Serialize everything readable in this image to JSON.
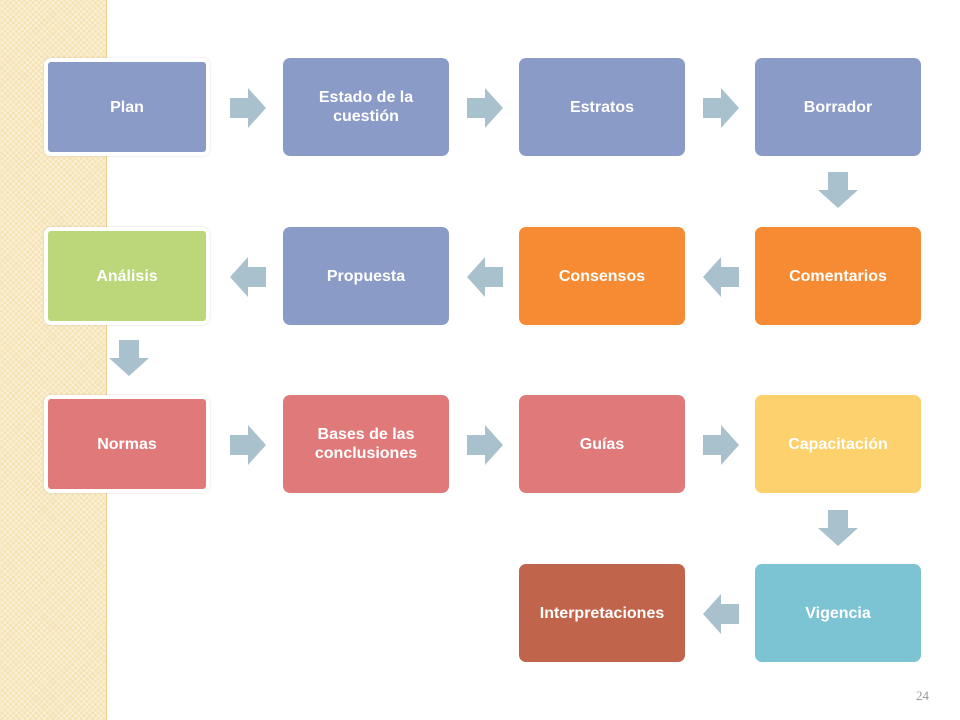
{
  "diagram": {
    "nodes": [
      {
        "id": "plan",
        "label": "Plan",
        "color": "#8b9bc8"
      },
      {
        "id": "estado",
        "label": "Estado de la cuestión",
        "color": "#8b9bc8"
      },
      {
        "id": "estratos",
        "label": "Estratos",
        "color": "#8b9bc8"
      },
      {
        "id": "borrador",
        "label": "Borrador",
        "color": "#8b9bc8"
      },
      {
        "id": "comentarios",
        "label": "Comentarios",
        "color": "#f68b33"
      },
      {
        "id": "consensos",
        "label": "Consensos",
        "color": "#f68b33"
      },
      {
        "id": "propuesta",
        "label": "Propuesta",
        "color": "#8b9bc8"
      },
      {
        "id": "analisis",
        "label": "Análisis",
        "color": "#bcd67a"
      },
      {
        "id": "normas",
        "label": "Normas",
        "color": "#e07a7a"
      },
      {
        "id": "bases",
        "label": "Bases de las conclusiones",
        "color": "#e07a7a"
      },
      {
        "id": "guias",
        "label": "Guías",
        "color": "#e07a7a"
      },
      {
        "id": "capacitacion",
        "label": "Capacitación",
        "color": "#fdd26e"
      },
      {
        "id": "vigencia",
        "label": "Vigencia",
        "color": "#7cc4d4"
      },
      {
        "id": "interpretaciones",
        "label": "Interpretaciones",
        "color": "#c0654b"
      }
    ],
    "edges": [
      [
        "plan",
        "estado"
      ],
      [
        "estado",
        "estratos"
      ],
      [
        "estratos",
        "borrador"
      ],
      [
        "borrador",
        "comentarios"
      ],
      [
        "comentarios",
        "consensos"
      ],
      [
        "consensos",
        "propuesta"
      ],
      [
        "propuesta",
        "analisis"
      ],
      [
        "analisis",
        "normas"
      ],
      [
        "normas",
        "bases"
      ],
      [
        "bases",
        "guias"
      ],
      [
        "guias",
        "capacitacion"
      ],
      [
        "capacitacion",
        "vigencia"
      ],
      [
        "vigencia",
        "interpretaciones"
      ]
    ],
    "arrow_color": "#a9c1cc"
  },
  "footer": {
    "page_number": "24"
  }
}
